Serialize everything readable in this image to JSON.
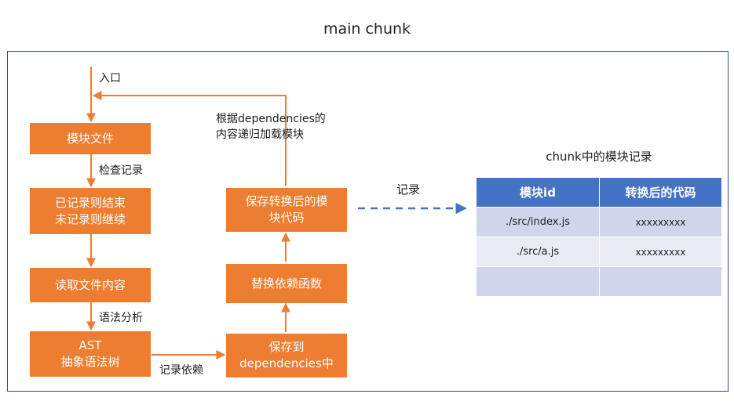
{
  "title": "main chunk",
  "boxes": {
    "module_file": "模块文件",
    "recorded_check": "已记录则结束\n未记录则继续",
    "read_content": "读取文件内容",
    "ast": "AST\n抽象语法树",
    "save_deps": "保存到\ndependencies中",
    "replace_fn": "替换依赖函数",
    "save_code": "保存转换后的模\n块代码"
  },
  "labels": {
    "entry": "入口",
    "check_record": "检查记录",
    "syntax_analysis": "语法分析",
    "record_deps": "记录依赖",
    "recursive_load": "根据dependencies的\n内容递归加载模块",
    "record": "记录"
  },
  "colors": {
    "orange": "#ed7d31",
    "blue_dark": "#4472c4",
    "frame": "#2f4a86",
    "row_dark": "#cfd5ea",
    "row_light": "#e9ebf5"
  },
  "table": {
    "caption": "chunk中的模块记录",
    "headers": [
      "模块id",
      "转换后的代码"
    ],
    "rows": [
      [
        "./src/index.js",
        "xxxxxxxxx"
      ],
      [
        "./src/a.js",
        "xxxxxxxxx"
      ],
      [
        "",
        ""
      ]
    ]
  }
}
